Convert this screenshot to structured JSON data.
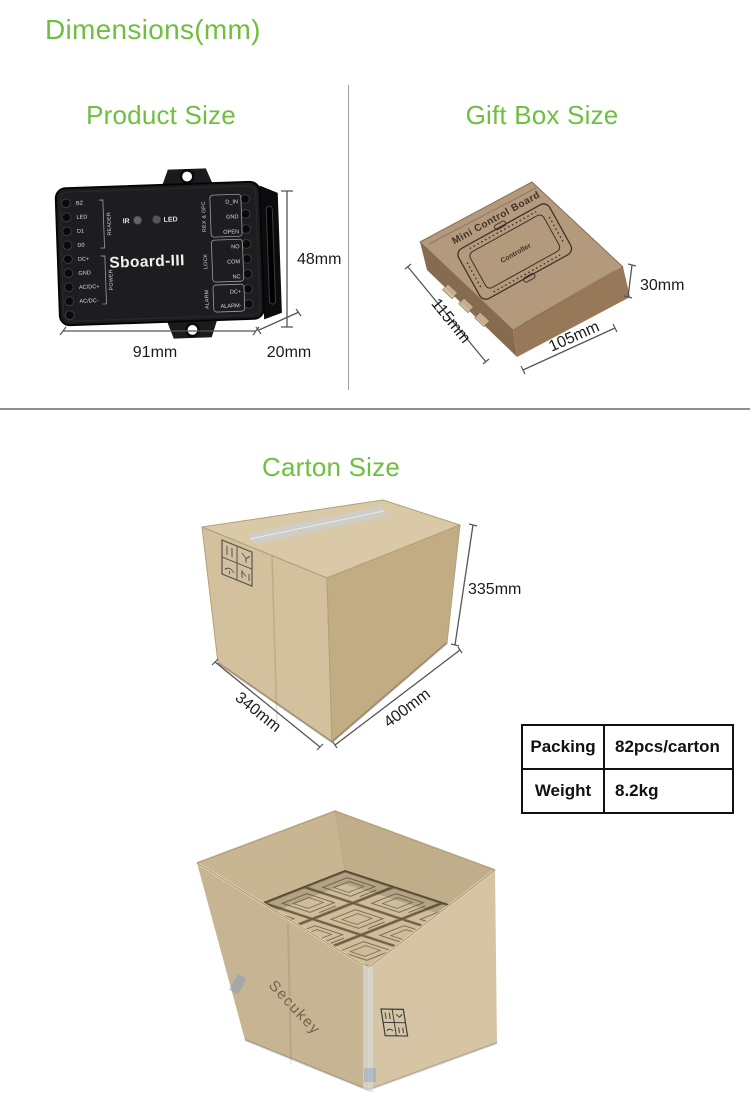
{
  "page": {
    "title": "Dimensions(mm)"
  },
  "colors": {
    "accent_green": "#6fbf3f",
    "divider_gray": "#9a9a9a",
    "table_border": "#111111",
    "kraft_brown": "#b39a7c"
  },
  "product": {
    "title": "Product Size",
    "model": "Sboard-III",
    "indicator_left": "IR",
    "indicator_right": "LED",
    "reader_group": "READER",
    "reader_pins": [
      "BZ",
      "LED",
      "D1",
      "D0"
    ],
    "power_group": "POWER",
    "power_pins": [
      "DC+",
      "GND",
      "AC/DC+",
      "AC/DC-"
    ],
    "rex_group": "REX & GPC",
    "rex_pins": [
      "D_IN",
      "GND",
      "OPEN"
    ],
    "lock_group": "LOCK",
    "lock_pins": [
      "NO",
      "COM",
      "NC"
    ],
    "alarm_group": "ALARM",
    "alarm_pins": [
      "DC+",
      "ALARM-"
    ],
    "dim_width": "91mm",
    "dim_depth": "20mm",
    "dim_height": "48mm"
  },
  "giftbox": {
    "title": "Gift Box Size",
    "print_title": "Mini Control Board",
    "print_label": "Controller",
    "dim_length": "115mm",
    "dim_width": "105mm",
    "dim_height": "30mm"
  },
  "carton": {
    "title": "Carton Size",
    "dim_length": "340mm",
    "dim_width": "400mm",
    "dim_height": "335mm",
    "open_carton_brand": "Secukey",
    "spec_table": {
      "rows": [
        {
          "label": "Packing",
          "value": "82pcs/carton"
        },
        {
          "label": "Weight",
          "value": "8.2kg"
        }
      ]
    }
  }
}
